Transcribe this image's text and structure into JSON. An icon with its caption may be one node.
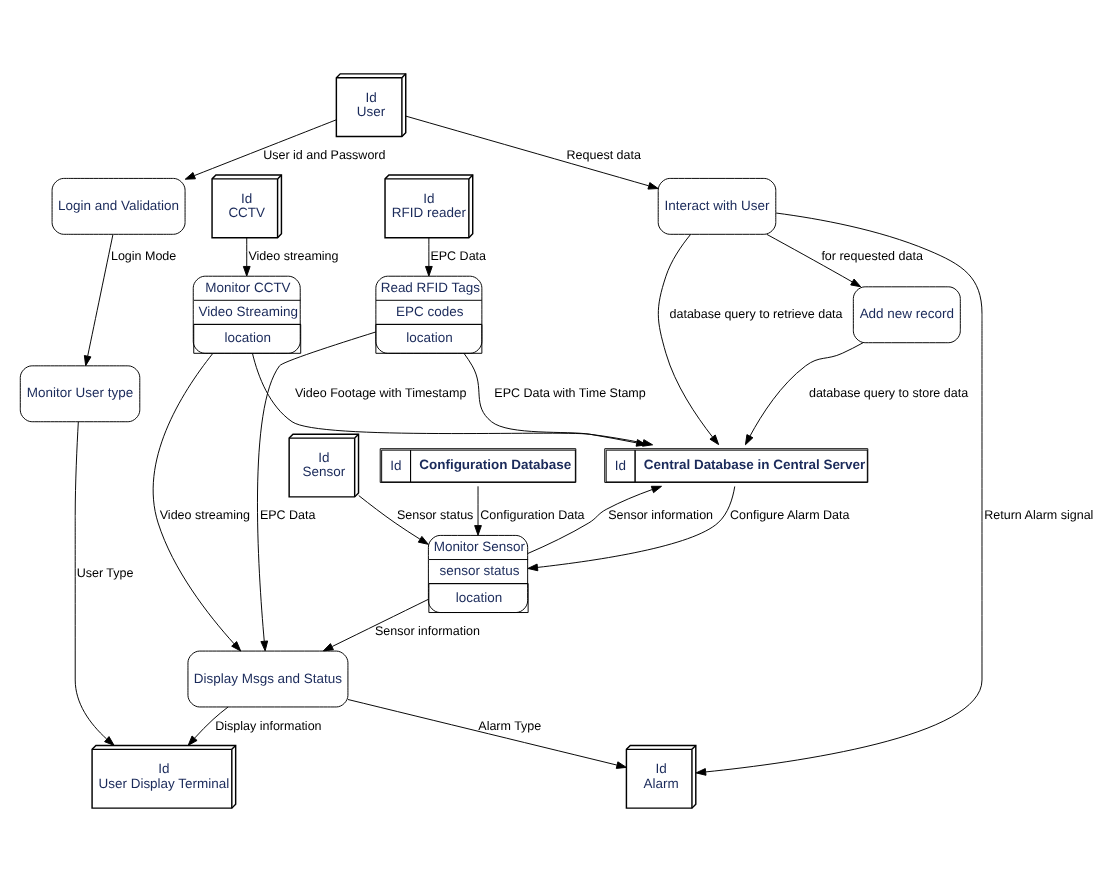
{
  "diagram": {
    "nodes": [
      {
        "text": [
          "Interact with User"
        ]
      },
      {
        "text": [
          "Id",
          "User"
        ]
      },
      {
        "text": [
          "Login and Validation"
        ]
      },
      {
        "text": [
          "Id",
          "Central Database in Central Server"
        ]
      },
      {
        "text": [
          "Add new record"
        ]
      },
      {
        "text": [
          "Id",
          "Configuration Database"
        ]
      },
      {
        "text": [
          "Monitor User type"
        ]
      },
      {
        "text": [
          "Id",
          "Sensor"
        ]
      },
      {
        "text": [
          "Monitor Sensor",
          "sensor status",
          "location"
        ]
      },
      {
        "text": [
          "Id",
          "User Display Terminal"
        ]
      },
      {
        "text": [
          "Display Msgs and Status"
        ]
      },
      {
        "text": [
          "Id",
          "CCTV"
        ]
      },
      {
        "text": [
          "Monitor CCTV",
          "Video Streaming",
          "location"
        ]
      },
      {
        "text": [
          "Id",
          "Alarm"
        ]
      },
      {
        "text": [
          "Id",
          "RFID reader"
        ]
      },
      {
        "text": [
          "Read RFID Tags",
          "EPC codes",
          "location"
        ]
      }
    ],
    "edges": [
      {
        "from": 0,
        "to": 13,
        "arrow": "to",
        "label": "Return Alarm signal"
      },
      {
        "from": 0,
        "to": 3,
        "arrow": "to",
        "label": "database query to retrieve data"
      },
      {
        "from": 1,
        "to": 0,
        "arrow": "to",
        "label": "Request data"
      },
      {
        "from": 0,
        "to": 4,
        "arrow": "to",
        "label": "for requested data"
      },
      {
        "from": 4,
        "to": 3,
        "arrow": "to",
        "label": "database query to store data"
      },
      {
        "from": 1,
        "to": 2,
        "arrow": "to",
        "label": "User id and Password"
      },
      {
        "from": 2,
        "to": 6,
        "arrow": "to",
        "label": "Login Mode"
      },
      {
        "from": 5,
        "to": 8,
        "arrow": "to",
        "label": "Configuration Data"
      },
      {
        "from": 6,
        "to": 9,
        "arrow": "to",
        "label": "User Type"
      },
      {
        "from": 3,
        "to": 8,
        "arrow": "to",
        "label": "Configure Alarm Data"
      },
      {
        "from": 7,
        "to": 8,
        "arrow": "to",
        "label": "Sensor status"
      },
      {
        "from": 8,
        "to": 10,
        "arrow": "to",
        "label": "Sensor information"
      },
      {
        "from": 8,
        "to": 3,
        "arrow": "to",
        "label": "Sensor information"
      },
      {
        "from": 10,
        "to": 9,
        "arrow": "to",
        "label": "Display information"
      },
      {
        "from": 10,
        "to": 13,
        "arrow": "to",
        "label": "Alarm Type"
      },
      {
        "from": 11,
        "to": 12,
        "arrow": "to",
        "label": "Video streaming"
      },
      {
        "from": 12,
        "to": 10,
        "arrow": "to",
        "label": "Video streaming"
      },
      {
        "from": 12,
        "to": 3,
        "arrow": "to",
        "label": "Video Footage with Timestamp"
      },
      {
        "from": 14,
        "to": 15,
        "arrow": "to",
        "label": "EPC Data"
      },
      {
        "from": 15,
        "to": 10,
        "arrow": "to",
        "label": "EPC Data"
      },
      {
        "from": 15,
        "to": 3,
        "arrow": "to",
        "label": "EPC Data with Time Stamp"
      }
    ]
  }
}
